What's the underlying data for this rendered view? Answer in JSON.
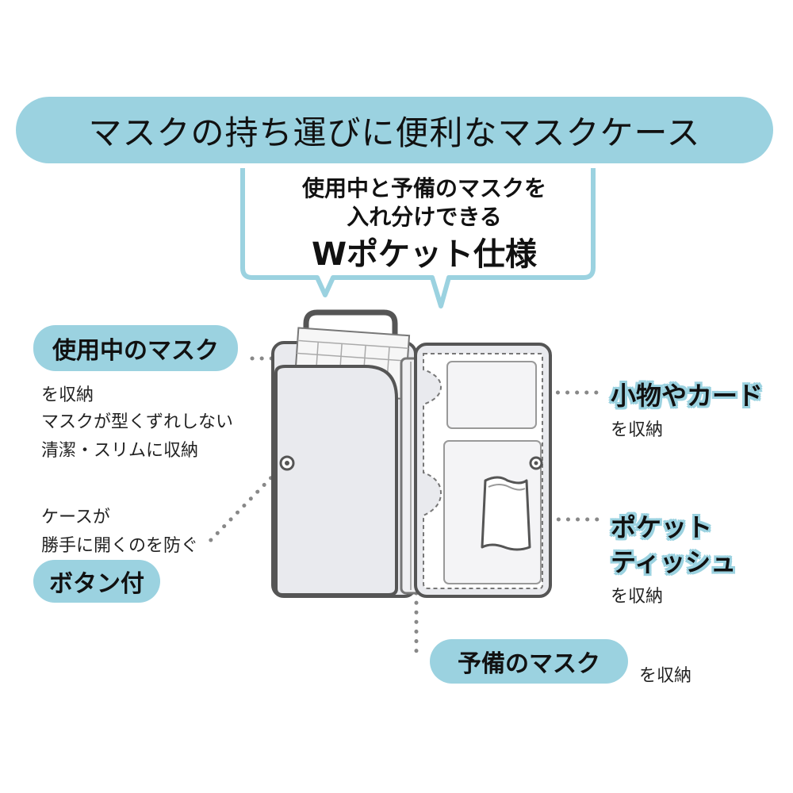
{
  "title": "マスクの持ち運びに便利なマスクケース",
  "callout": {
    "line1": "使用中と予備のマスクを",
    "line2": "入れ分けできる",
    "line3": "Wポケット仕様"
  },
  "labels": {
    "in_use": {
      "title": "使用中のマスク",
      "line1": "を収納",
      "line2": "マスクが型くずれしない",
      "line3": "清潔・スリムに収納"
    },
    "button": {
      "line1": "ケースが",
      "line2": "勝手に開くのを防ぐ",
      "title": "ボタン付"
    },
    "card": {
      "title": "小物やカード",
      "line1": "を収納"
    },
    "tissue": {
      "title1": "ポケット",
      "title2": "ティッシュ",
      "line1": "を収納"
    },
    "spare": {
      "title": "予備のマスク",
      "line1": "を収納"
    }
  },
  "colors": {
    "accent": "#9bd2e0",
    "outline": "#555555",
    "case_fill": "#e9eaee",
    "dots": "#888888"
  }
}
